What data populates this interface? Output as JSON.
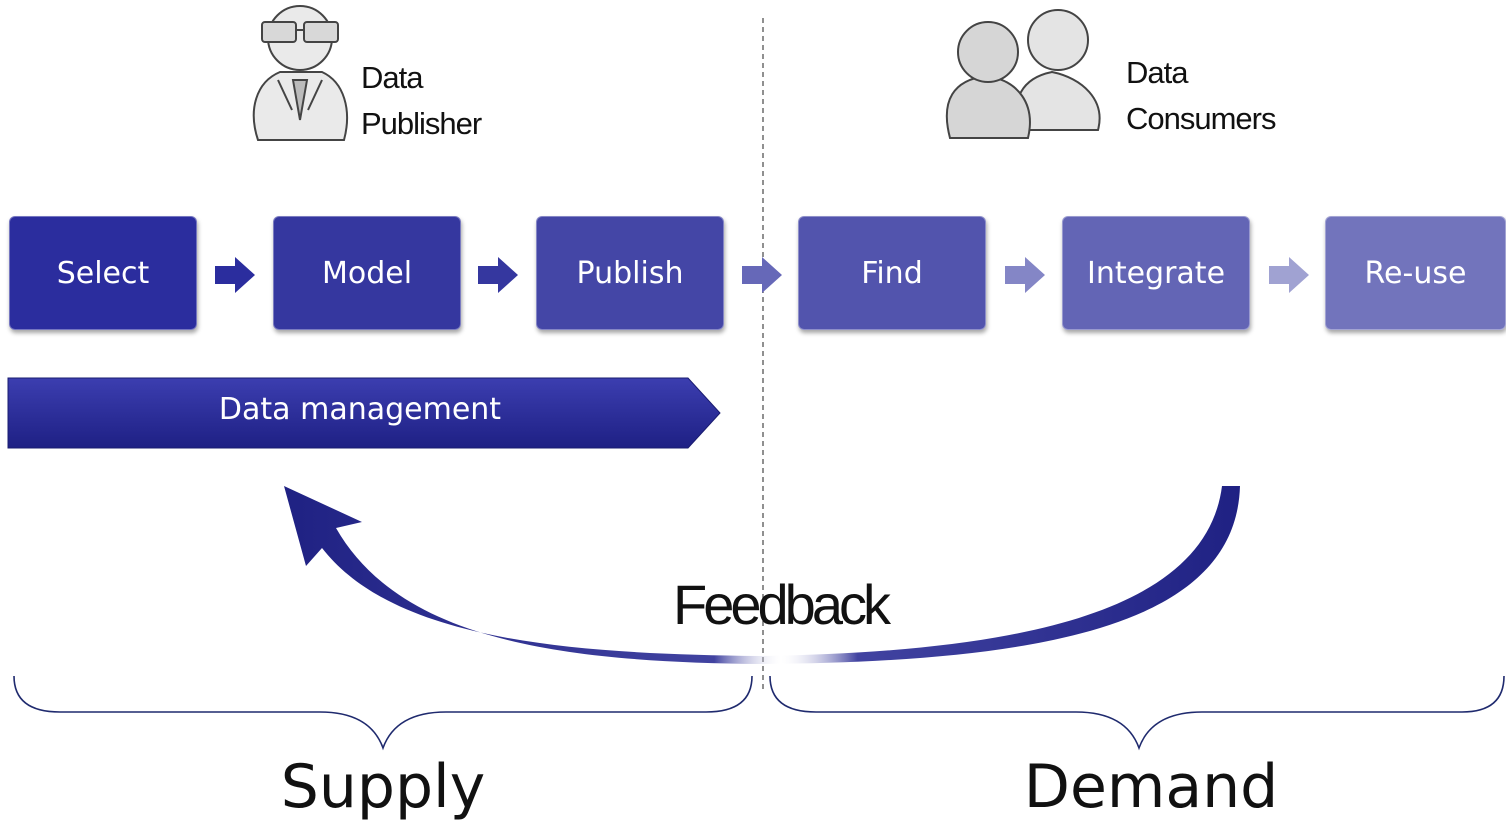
{
  "actors": {
    "publisher": {
      "line1": "Data",
      "line2": "Publisher",
      "icon": "publisher-icon"
    },
    "consumers": {
      "line1": "Data",
      "line2": "Consumers",
      "icon": "consumers-icon"
    }
  },
  "steps": [
    {
      "label": "Select",
      "color": "#2b2d9e"
    },
    {
      "label": "Model",
      "color": "#35379f"
    },
    {
      "label": "Publish",
      "color": "#4446a6"
    },
    {
      "label": "Find",
      "color": "#5254ad"
    },
    {
      "label": "Integrate",
      "color": "#6365b5"
    },
    {
      "label": "Re-use",
      "color": "#7274bc"
    }
  ],
  "management": {
    "label": "Data management",
    "color": "#24268f"
  },
  "feedback": {
    "label": "Feedback",
    "color": "#1f2183"
  },
  "sides": {
    "supply": "Supply",
    "demand": "Demand"
  }
}
